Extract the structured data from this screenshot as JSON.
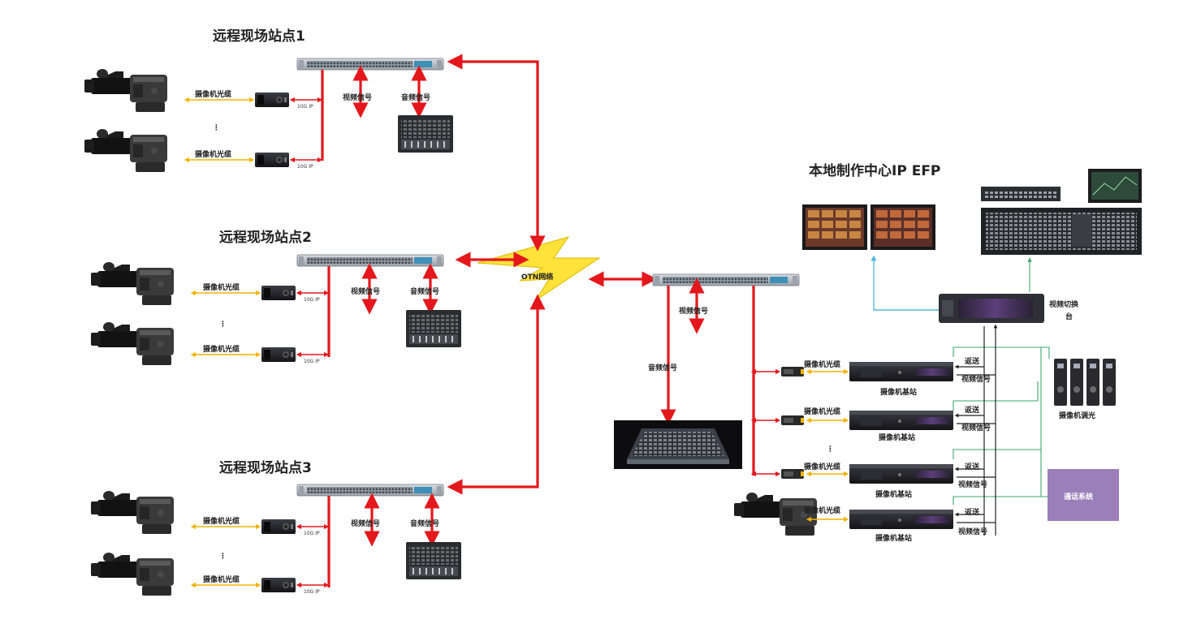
{
  "sites": [
    {
      "title": "远程现场站点1",
      "cable_label": "摄像机光缆",
      "cable_label_2": "摄像机光缆",
      "link_label": "10G IP",
      "video_label": "视频信号",
      "audio_label": "音频信号"
    },
    {
      "title": "远程现场站点2",
      "cable_label": "摄像机光缆",
      "cable_label_2": "摄像机光缆",
      "link_label": "10G IP",
      "video_label": "视频信号",
      "audio_label": "音频信号"
    },
    {
      "title": "远程现场站点3",
      "cable_label": "摄像机光缆",
      "cable_label_2": "摄像机光缆",
      "link_label": "10G IP",
      "video_label": "视频信号",
      "audio_label": "音频信号"
    }
  ],
  "network": {
    "label": "OTN网络"
  },
  "local": {
    "title": "本地制作中心IP EFP",
    "video_label": "视频信号",
    "audio_label": "音频信号",
    "switcher_label_1": "视频切换",
    "switcher_label_2": "台",
    "ccu_label": "摄像机调光",
    "intercom_label": "通话系统",
    "base_stations": [
      {
        "cable_label": "摄像机光缆",
        "return_label": "返送",
        "video_label": "视频信号",
        "station_label": "摄像机基站"
      },
      {
        "cable_label": "摄像机光缆",
        "return_label": "返送",
        "video_label": "视频信号",
        "station_label": "摄像机基站"
      },
      {
        "cable_label": "摄像机光缆",
        "return_label": "返送",
        "video_label": "视频信号",
        "station_label": "摄像机基站"
      },
      {
        "cable_label": "摄像机光缆",
        "return_label": "返送",
        "video_label": "视频信号",
        "station_label": "摄像机基站"
      }
    ]
  },
  "colors": {
    "signal": "#e3171c",
    "fiber": "#f0b400",
    "network": "#ffe23a",
    "intercom": "#9b7fb8",
    "control": "#3aa86b",
    "monitor": "#56b7dd"
  }
}
